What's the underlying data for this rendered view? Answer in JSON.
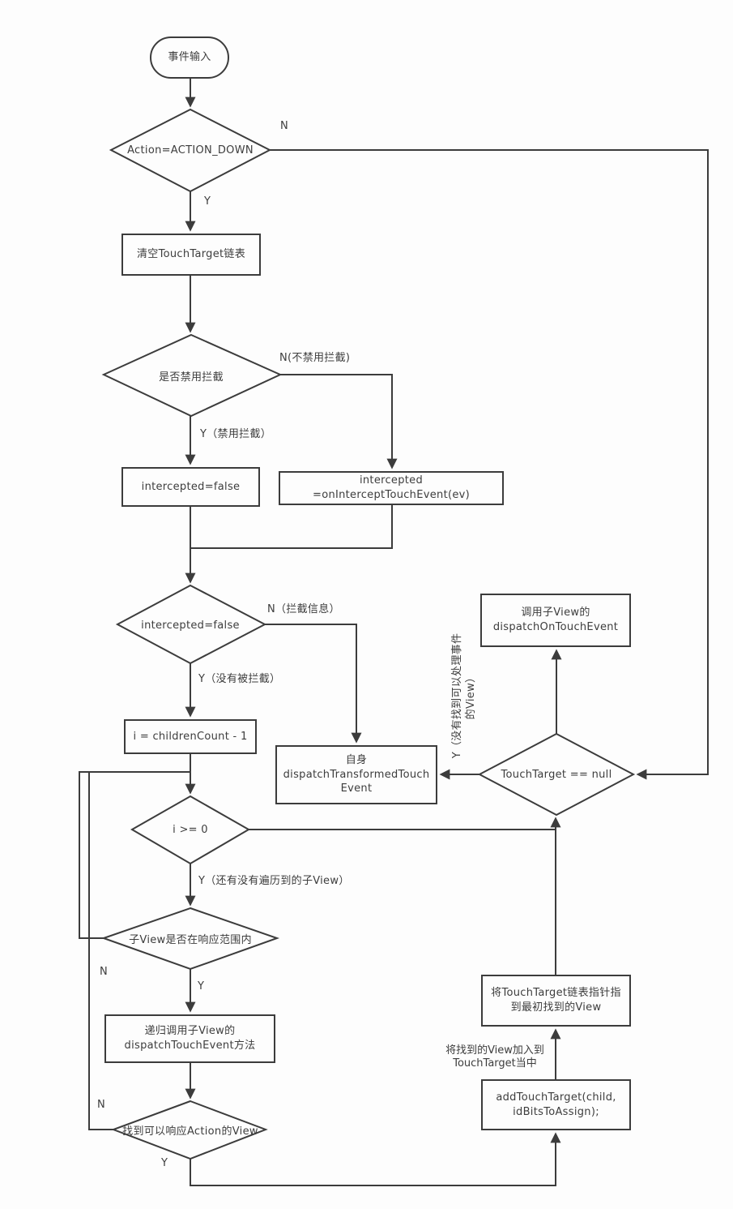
{
  "nodes": {
    "start": {
      "label": "事件输入"
    },
    "action_down": {
      "label": "Action=ACTION_DOWN"
    },
    "clear_touch_target": {
      "label": "清空TouchTarget链表"
    },
    "disable_intercept": {
      "label": "是否禁用拦截"
    },
    "intercepted_false": {
      "label": "intercepted=false"
    },
    "on_intercept": {
      "line1": "intercepted",
      "line2": "=onInterceptTouchEvent(ev)"
    },
    "intercepted_check": {
      "label": "intercepted=false"
    },
    "i_init": {
      "label": "i = childrenCount - 1"
    },
    "self_dispatch": {
      "line1": "自身",
      "line2": "dispatchTransformedTouch",
      "line3": "Event"
    },
    "touch_target_null": {
      "label": "TouchTarget == null"
    },
    "call_child_dispatch": {
      "line1": "调用子View的",
      "line2": "dispatchOnTouchEvent"
    },
    "i_ge_0": {
      "label": "i >= 0"
    },
    "child_in_range": {
      "label": "子View是否在响应范围内"
    },
    "recursive_dispatch": {
      "line1": "递归调用子View的",
      "line2": "dispatchTouchEvent方法"
    },
    "found_view": {
      "label": "找到可以响应Action的View"
    },
    "link_pointer": {
      "line1": "将TouchTarget链表指针指",
      "line2": "到最初找到的View"
    },
    "add_touch_target": {
      "line1": "addTouchTarget(child,",
      "line2": "idBitsToAssign);"
    }
  },
  "edge_labels": {
    "action_down_n": "N",
    "action_down_y": "Y",
    "disable_intercept_n": "N(不禁用拦截)",
    "disable_intercept_y": "Y（禁用拦截）",
    "intercepted_n": "N（拦截信息）",
    "intercepted_y": "Y（没有被拦截）",
    "touch_target_null_y_line1": "Y（没有找到可以处理事件",
    "touch_target_null_y_line2": "的View）",
    "i_ge_0_y": "Y（还有没有遍历到的子View）",
    "child_in_range_n": "N",
    "child_in_range_y": "Y",
    "found_view_n": "N",
    "found_view_y": "Y",
    "add_to_touch_target_line1": "将找到的View加入到",
    "add_to_touch_target_line2": "TouchTarget当中"
  },
  "colors": {
    "line": "#3c3c3c",
    "text": "#3d3d3d",
    "background": "#fdfdfd"
  }
}
